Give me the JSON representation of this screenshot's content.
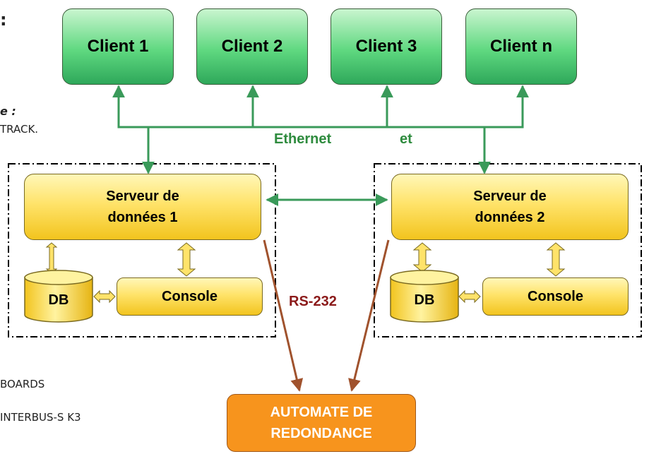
{
  "fragments": {
    "colon": ":",
    "italic_e": "e :",
    "track": "TRACK.",
    "boards": "BOARDS",
    "interbus": "INTERBUS-S K3"
  },
  "clients": [
    {
      "label": "Client 1"
    },
    {
      "label": "Client 2"
    },
    {
      "label": "Client 3"
    },
    {
      "label": "Client n"
    }
  ],
  "network": {
    "ethernet": "Ethernet",
    "et": "et"
  },
  "servers": [
    {
      "label": "Serveur de\ndonnées 1",
      "db": "DB",
      "console": "Console"
    },
    {
      "label": "Serveur de\ndonnées 2",
      "db": "DB",
      "console": "Console"
    }
  ],
  "serial_link": "RS-232",
  "automate": "AUTOMATE DE\nREDONDANCE",
  "colors": {
    "client_fill": "#5fd880",
    "server_fill": "#ffe36a",
    "automate_fill": "#f7941d",
    "ethernet_line": "#3a9a5a",
    "rs232_line": "#a0522d"
  }
}
